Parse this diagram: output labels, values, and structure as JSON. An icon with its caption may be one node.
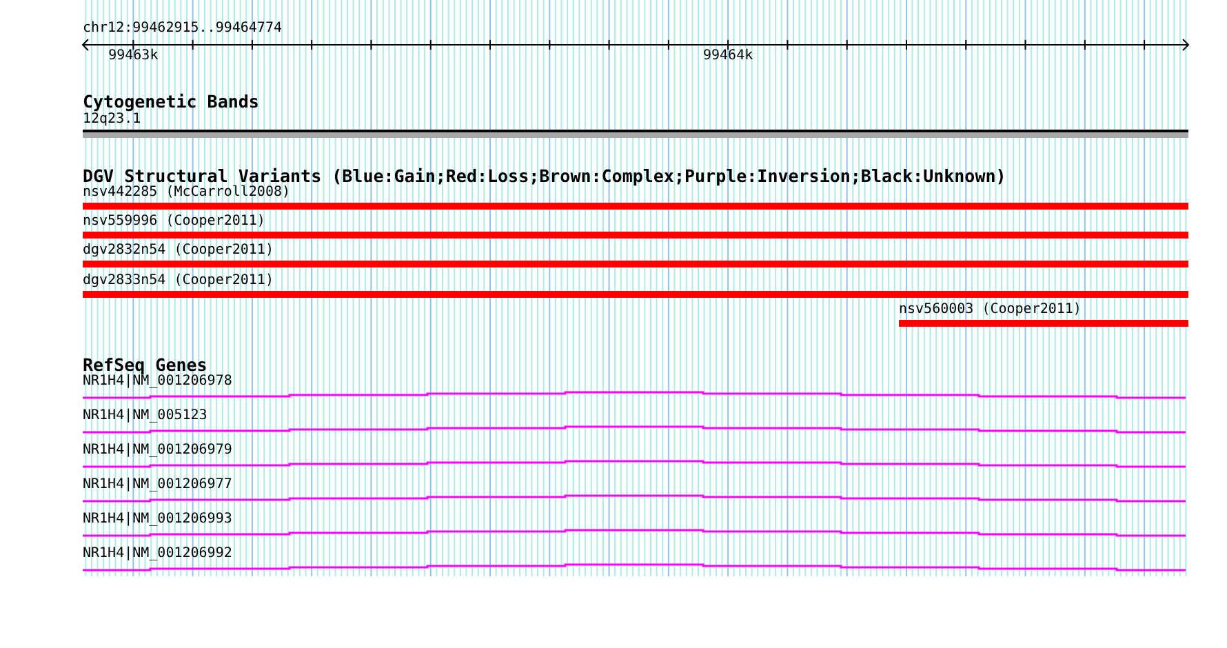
{
  "diagram": {
    "nodes": [
      {
        "text": [
          "12q23.1"
        ]
      },
      {
        "text": [
          "nsv442285 (McCarroll2008)"
        ]
      },
      {
        "text": [
          "nsv559996 (Cooper2011)"
        ]
      },
      {
        "text": [
          "dgv2832n54 (Cooper2011)"
        ]
      },
      {
        "text": [
          "dgv2833n54 (Cooper2011)"
        ]
      },
      {
        "text": [
          "nsv560003 (Cooper2011)"
        ]
      },
      {
        "text": [
          "NR1H4|NM_001206978"
        ]
      },
      {
        "text": [
          "NR1H4|NM_005123"
        ]
      },
      {
        "text": [
          "NR1H4|NM_001206979"
        ]
      },
      {
        "text": [
          "NR1H4|NM_001206977"
        ]
      },
      {
        "text": [
          "NR1H4|NM_001206993"
        ]
      },
      {
        "text": [
          "NR1H4|NM_001206992"
        ]
      }
    ],
    "labels": [
      "chr12:99462915..99464774",
      "99463k",
      "99464k",
      "Cytogenetic Bands",
      "DGV Structural Variants (Blue:Gain;Red:Loss;Brown:Complex;Purple:Inversion;Black:Unknown)",
      "RefSeq Genes"
    ]
  }
}
